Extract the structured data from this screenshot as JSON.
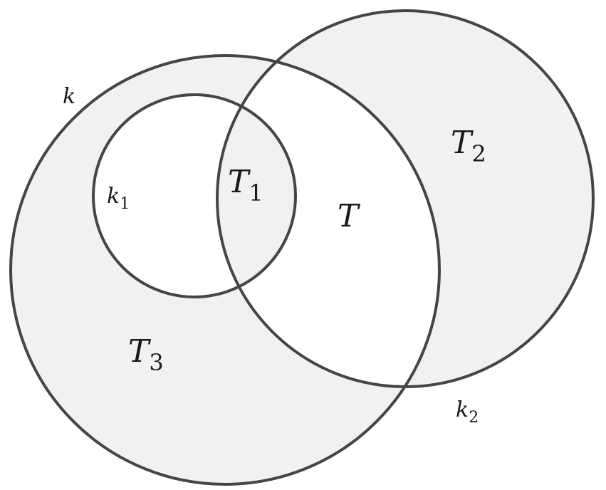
{
  "colors": {
    "stroke": "#454545",
    "shade": "#f2f1f2",
    "background": "#ffffff"
  },
  "circles": [
    {
      "id": "k",
      "label": "k",
      "sub": ""
    },
    {
      "id": "k1",
      "label": "k",
      "sub": "1"
    },
    {
      "id": "k2",
      "label": "k",
      "sub": "2"
    }
  ],
  "regions": [
    {
      "id": "T1",
      "label": "T",
      "sub": "1"
    },
    {
      "id": "T2",
      "label": "T",
      "sub": "2"
    },
    {
      "id": "T3",
      "label": "T",
      "sub": "3"
    },
    {
      "id": "T",
      "label": "T",
      "sub": ""
    }
  ]
}
